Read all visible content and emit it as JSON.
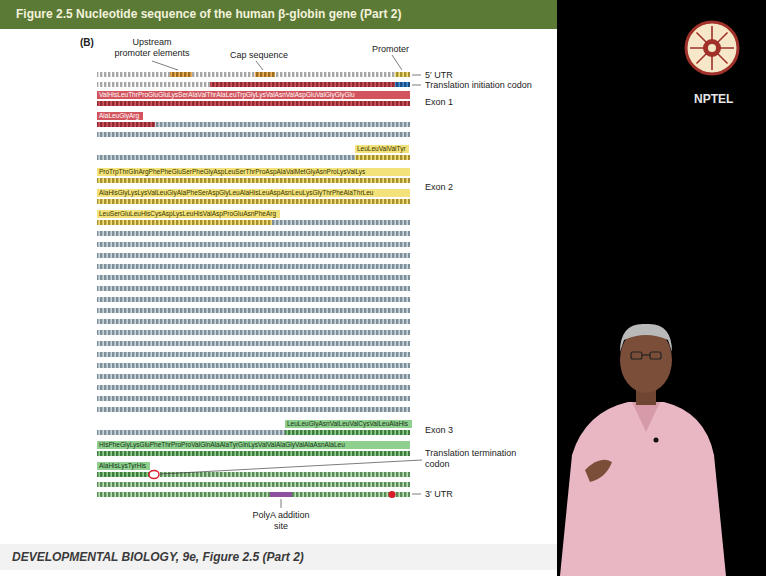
{
  "diagram": {
    "title": "Figure 2.5 Nucleotide sequence of the human β-globin gene (Part 2)",
    "caption": "DEVELOPMENTAL BIOLOGY, 9e, Figure 2.5 (Part 2)",
    "nodes": [
      {
        "text": [
          "ValHisLeuThrProGluGluLysSerAlaValThrAlaLeuTrpGlyLysValAsnValAspGluValGlyGlyGlu"
        ]
      },
      {
        "text": [
          "AlaLeuGlyArg"
        ]
      },
      {
        "text": [
          "LeuLeuValValTyr"
        ]
      },
      {
        "text": [
          "ProTrpThrGlnArgPhePheGluSerPheGlyAspLeuSerThrProAspAlaValMetGlyAsnProLysValLys"
        ]
      },
      {
        "text": [
          "AlaHisGlyLysLysValLeuGlyAlaPheSerAspGlyLeuAlaHisLeuAspAsnLeuLysGlyThrPheAlaThrLeu"
        ]
      },
      {
        "text": [
          "LeuSerGluLeuHisCysAspLysLeuHisValAspProGluAsnPheArg"
        ]
      },
      {
        "text": [
          "LeuLeuGlyAsnValLeuValCysValLeuAlaHis"
        ]
      },
      {
        "text": [
          "HisPheGlyLysGluPheThrProProValGlnAlaAlaTyrGlnLysValValAlaGlyValAlaAsnAlaLeu"
        ]
      },
      {
        "text": [
          "AlaHisLysTyrHis"
        ]
      }
    ],
    "labels": [
      "(B)",
      "Upstream promoter elements",
      "Cap sequence",
      "Promoter",
      "5′ UTR",
      "Translation initiation codon",
      "Exon 1",
      "Exon 2",
      "Exon 3",
      "Translation termination codon",
      "3′ UTR",
      "PolyA addition site",
      "NPTEL"
    ]
  }
}
